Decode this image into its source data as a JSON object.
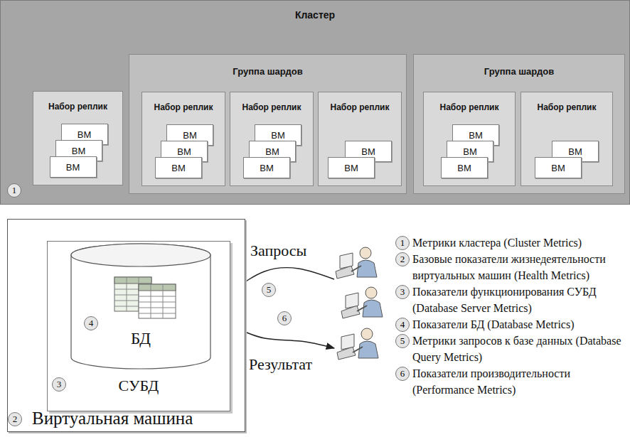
{
  "diagram": {
    "nodes": [
      {
        "text": [
          "Кластер"
        ]
      },
      {
        "text": [
          "Набор реплик"
        ],
        "in": 0
      },
      {
        "text": [
          "ВМ"
        ],
        "in": 1
      },
      {
        "text": [
          "ВМ"
        ],
        "in": 1
      },
      {
        "text": [
          "ВМ"
        ],
        "in": 1
      },
      {
        "text": [
          "Группа шардов"
        ],
        "in": 0
      },
      {
        "text": [
          "Набор реплик"
        ],
        "in": 5
      },
      {
        "text": [
          "ВМ"
        ],
        "in": 6
      },
      {
        "text": [
          "ВМ"
        ],
        "in": 6
      },
      {
        "text": [
          "ВМ"
        ],
        "in": 6
      },
      {
        "text": [
          "Набор реплик"
        ],
        "in": 5
      },
      {
        "text": [
          "ВМ"
        ],
        "in": 10
      },
      {
        "text": [
          "ВМ"
        ],
        "in": 10
      },
      {
        "text": [
          "ВМ"
        ],
        "in": 10
      },
      {
        "text": [
          "Набор реплик"
        ],
        "in": 5
      },
      {
        "text": [
          "ВМ"
        ],
        "in": 14
      },
      {
        "text": [
          "ВМ"
        ],
        "in": 14
      },
      {
        "text": [
          "Группа шардов"
        ],
        "in": 0
      },
      {
        "text": [
          "Набор реплик"
        ],
        "in": 17
      },
      {
        "text": [
          "ВМ"
        ],
        "in": 18
      },
      {
        "text": [
          "ВМ"
        ],
        "in": 18
      },
      {
        "text": [
          "ВМ"
        ],
        "in": 18
      },
      {
        "text": [
          "Набор реплик"
        ],
        "in": 17
      },
      {
        "text": [
          "ВМ"
        ],
        "in": 22
      },
      {
        "text": [
          "ВМ"
        ],
        "in": 22
      },
      {
        "text": [
          "Виртуальная машина"
        ]
      },
      {
        "text": [
          "СУБД"
        ],
        "in": 25
      },
      {
        "text": [
          "БД"
        ],
        "in": 26
      }
    ],
    "labels": [
      "1",
      "2",
      "3",
      "4",
      "5",
      "6",
      "Запросы",
      "Результат",
      "1",
      "2",
      "3",
      "4",
      "5",
      "6"
    ],
    "legend": [
      {
        "text": "Метрики кластера (Cluster Metrics)"
      },
      {
        "text": "Базовые показатели жизнедеятельности виртуальных машин (Health Metrics)"
      },
      {
        "text": "Показатели функционирования СУБД (Database Server Metrics)"
      },
      {
        "text": "Показатели БД (Database Metrics)"
      },
      {
        "text": "Метрики запросов к базе данных (Database Query Metrics)"
      },
      {
        "text": "Показатели производительности (Performance Metrics)"
      }
    ]
  }
}
